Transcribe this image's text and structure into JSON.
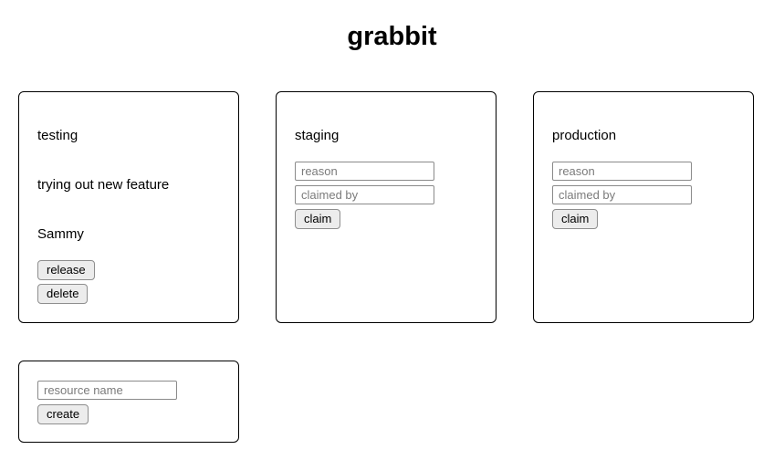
{
  "app": {
    "title": "grabbit"
  },
  "resources": [
    {
      "name": "testing",
      "claimed": true,
      "reason": "trying out new feature",
      "claimed_by": "Sammy",
      "release_label": "release",
      "delete_label": "delete"
    },
    {
      "name": "staging",
      "claimed": false,
      "reason_placeholder": "reason",
      "claimed_by_placeholder": "claimed by",
      "reason_value": "",
      "claimed_by_value": "",
      "claim_label": "claim"
    },
    {
      "name": "production",
      "claimed": false,
      "reason_placeholder": "reason",
      "claimed_by_placeholder": "claimed by",
      "reason_value": "",
      "claimed_by_value": "",
      "claim_label": "claim"
    }
  ],
  "create": {
    "name_placeholder": "resource name",
    "name_value": "",
    "button_label": "create"
  }
}
